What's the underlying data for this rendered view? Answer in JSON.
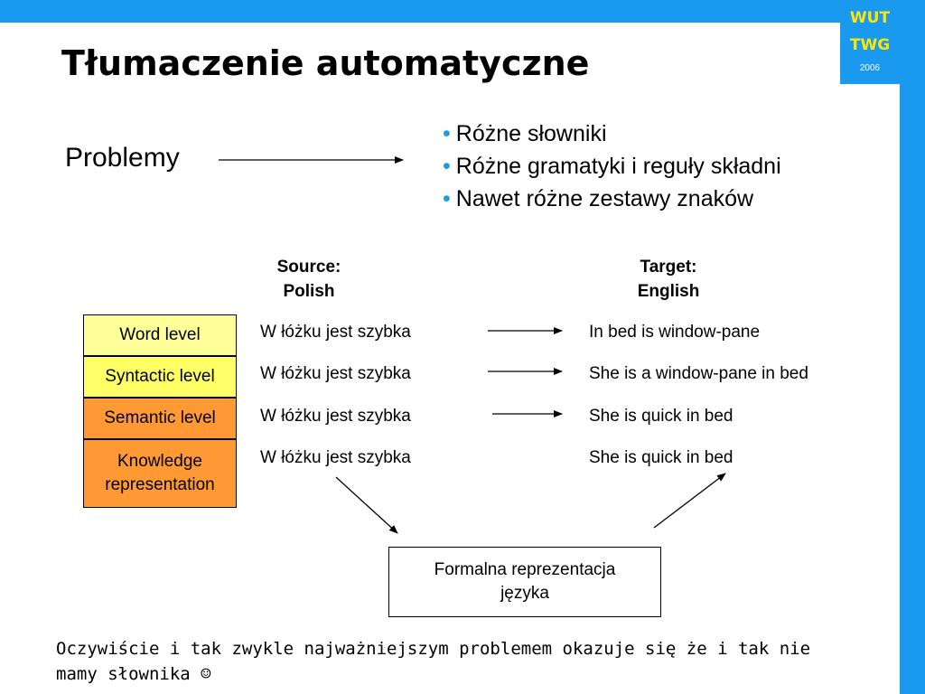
{
  "logo": {
    "line1": "WUT",
    "line2": "TWG",
    "year": "2006"
  },
  "title": "Tłumaczenie automatyczne",
  "problems": {
    "label": "Problemy",
    "bullet_glyph": "•",
    "items": [
      "Różne słowniki",
      "Różne gramatyki i reguły składni",
      "Nawet różne zestawy znaków"
    ]
  },
  "columns": {
    "source": {
      "line1": "Source:",
      "line2": "Polish"
    },
    "target": {
      "line1": "Target:",
      "line2": "English"
    }
  },
  "rows": [
    {
      "level": "Word level",
      "source": "W łóżku jest szybka",
      "target": "In bed is window-pane"
    },
    {
      "level": "Syntactic level",
      "source": "W łóżku jest szybka",
      "target": "She is a window-pane in bed"
    },
    {
      "level": "Semantic level",
      "source": "W łóżku jest szybka",
      "target": "She is quick in bed"
    },
    {
      "level_line1": "Knowledge",
      "level_line2": "representation",
      "source": "W łóżku jest szybka",
      "target": "She is quick in bed"
    }
  ],
  "formal_box": {
    "line1": "Formalna reprezentacja",
    "line2": "języka"
  },
  "footnote": {
    "line1": "Oczywiście i tak zwykle najważniejszym problemem okazuje się że i tak nie",
    "line2": "mamy słownika ☺"
  },
  "colors": {
    "accent": "#1a9aef",
    "logo_text": "#ffe600",
    "level_light": "#ffff99",
    "level_yellow": "#ffff66",
    "level_orange": "#ff9933"
  }
}
